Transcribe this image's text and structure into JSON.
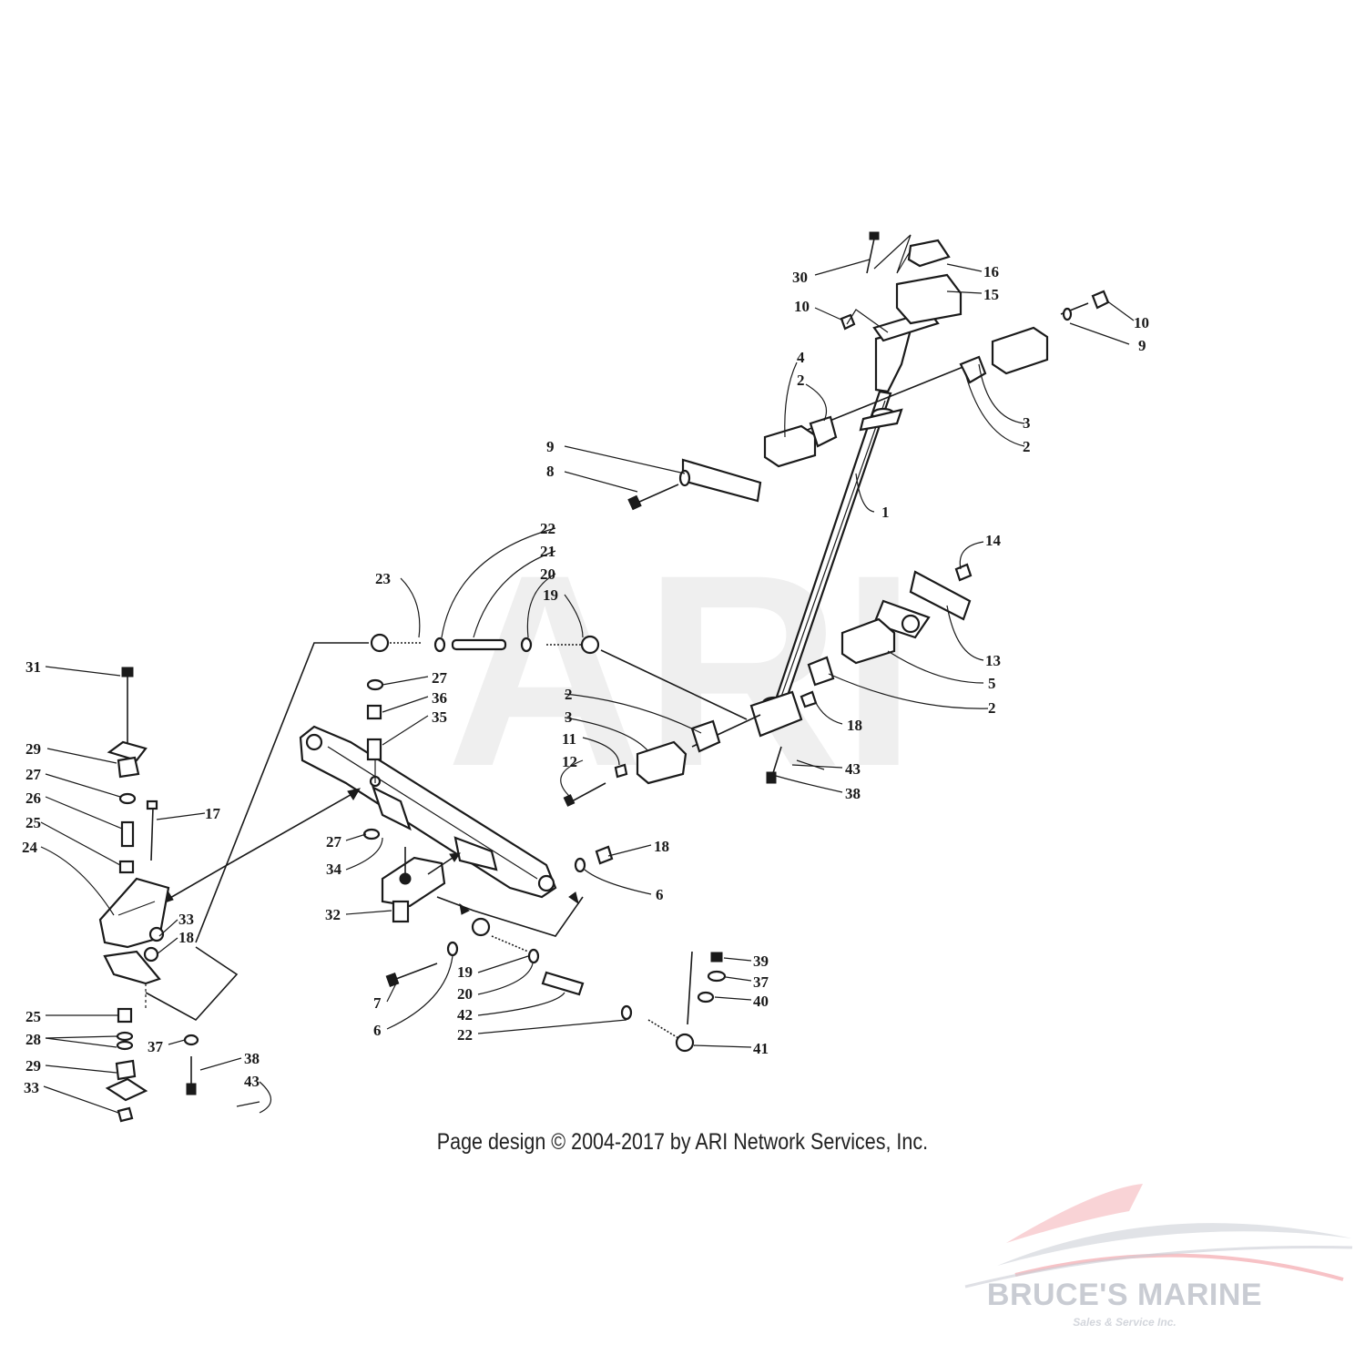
{
  "watermark": "ARI",
  "copyright": "Page design © 2004-2017 by ARI Network Services, Inc.",
  "brand": {
    "name": "BRUCE'S MARINE",
    "tagline": "Sales & Service Inc.",
    "accent_color": "#e8505b",
    "muted_color": "#c9ccd3"
  },
  "callouts": {
    "c30": "30",
    "c16": "16",
    "c15": "15",
    "c10a": "10",
    "c10b": "10",
    "c9a": "9",
    "c4": "4",
    "c2a": "2",
    "c3a": "3",
    "c2b": "2",
    "c9b": "9",
    "c8": "8",
    "c1": "1",
    "c14": "14",
    "c22a": "22",
    "c21": "21",
    "c20a": "20",
    "c19a": "19",
    "c23": "23",
    "c13": "13",
    "c5": "5",
    "c2c": "2",
    "c2d": "2",
    "c18a": "18",
    "c3b": "3",
    "c11": "11",
    "c12": "12",
    "c43a": "43",
    "c38a": "38",
    "c31": "31",
    "c27a": "27",
    "c36": "36",
    "c35": "35",
    "c29a": "29",
    "c27b": "27",
    "c26": "26",
    "c25a": "25",
    "c17": "17",
    "c24": "24",
    "c27c": "27",
    "c34": "34",
    "c18b": "18",
    "c6a": "6",
    "c32": "32",
    "c33a": "33",
    "c18c": "18",
    "c39": "39",
    "c19b": "19",
    "c37a": "37",
    "c7": "7",
    "c20b": "20",
    "c40": "40",
    "c6b": "6",
    "c42": "42",
    "c22b": "22",
    "c41": "41",
    "c25b": "25",
    "c28": "28",
    "c37b": "37",
    "c29b": "29",
    "c38b": "38",
    "c43b": "43",
    "c33b": "33"
  }
}
